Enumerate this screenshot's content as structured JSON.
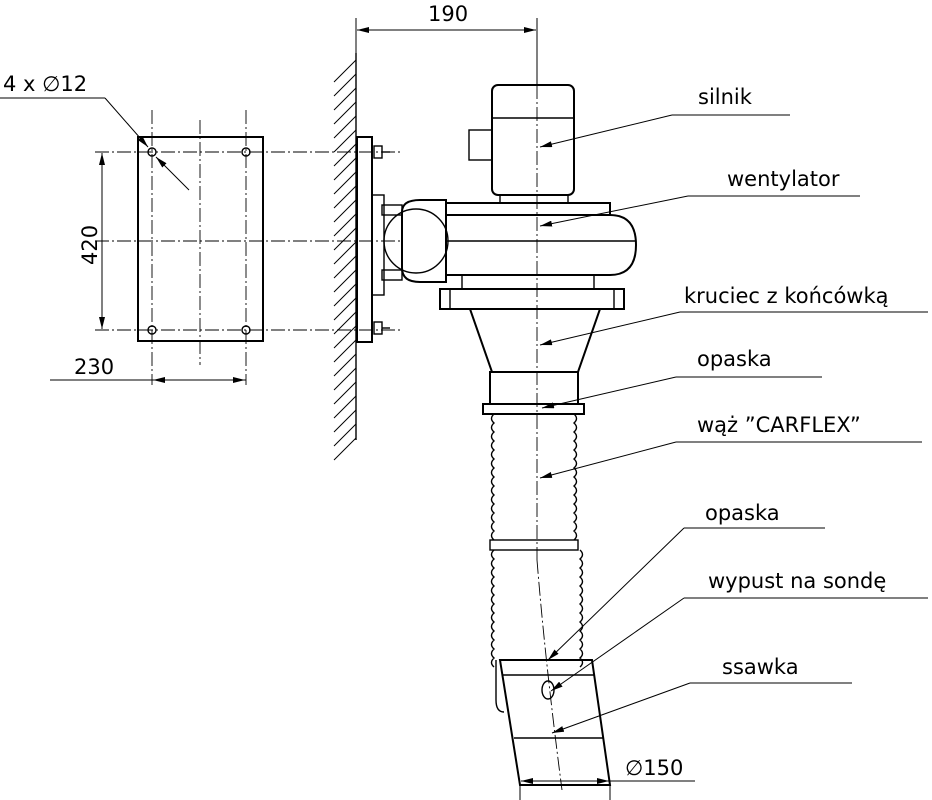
{
  "dimensions": {
    "holes": "4 x ∅12",
    "height": "420",
    "width": "230",
    "offset": "190",
    "diameter": "∅150"
  },
  "labels": {
    "motor": "silnik",
    "fan": "wentylator",
    "stub": "kruciec z końcówką",
    "clamp_top": "opaska",
    "hose": "wąż ”CARFLEX”",
    "clamp_bottom": "opaska",
    "outlet": "wypust na sondę",
    "suction": "ssawka"
  }
}
